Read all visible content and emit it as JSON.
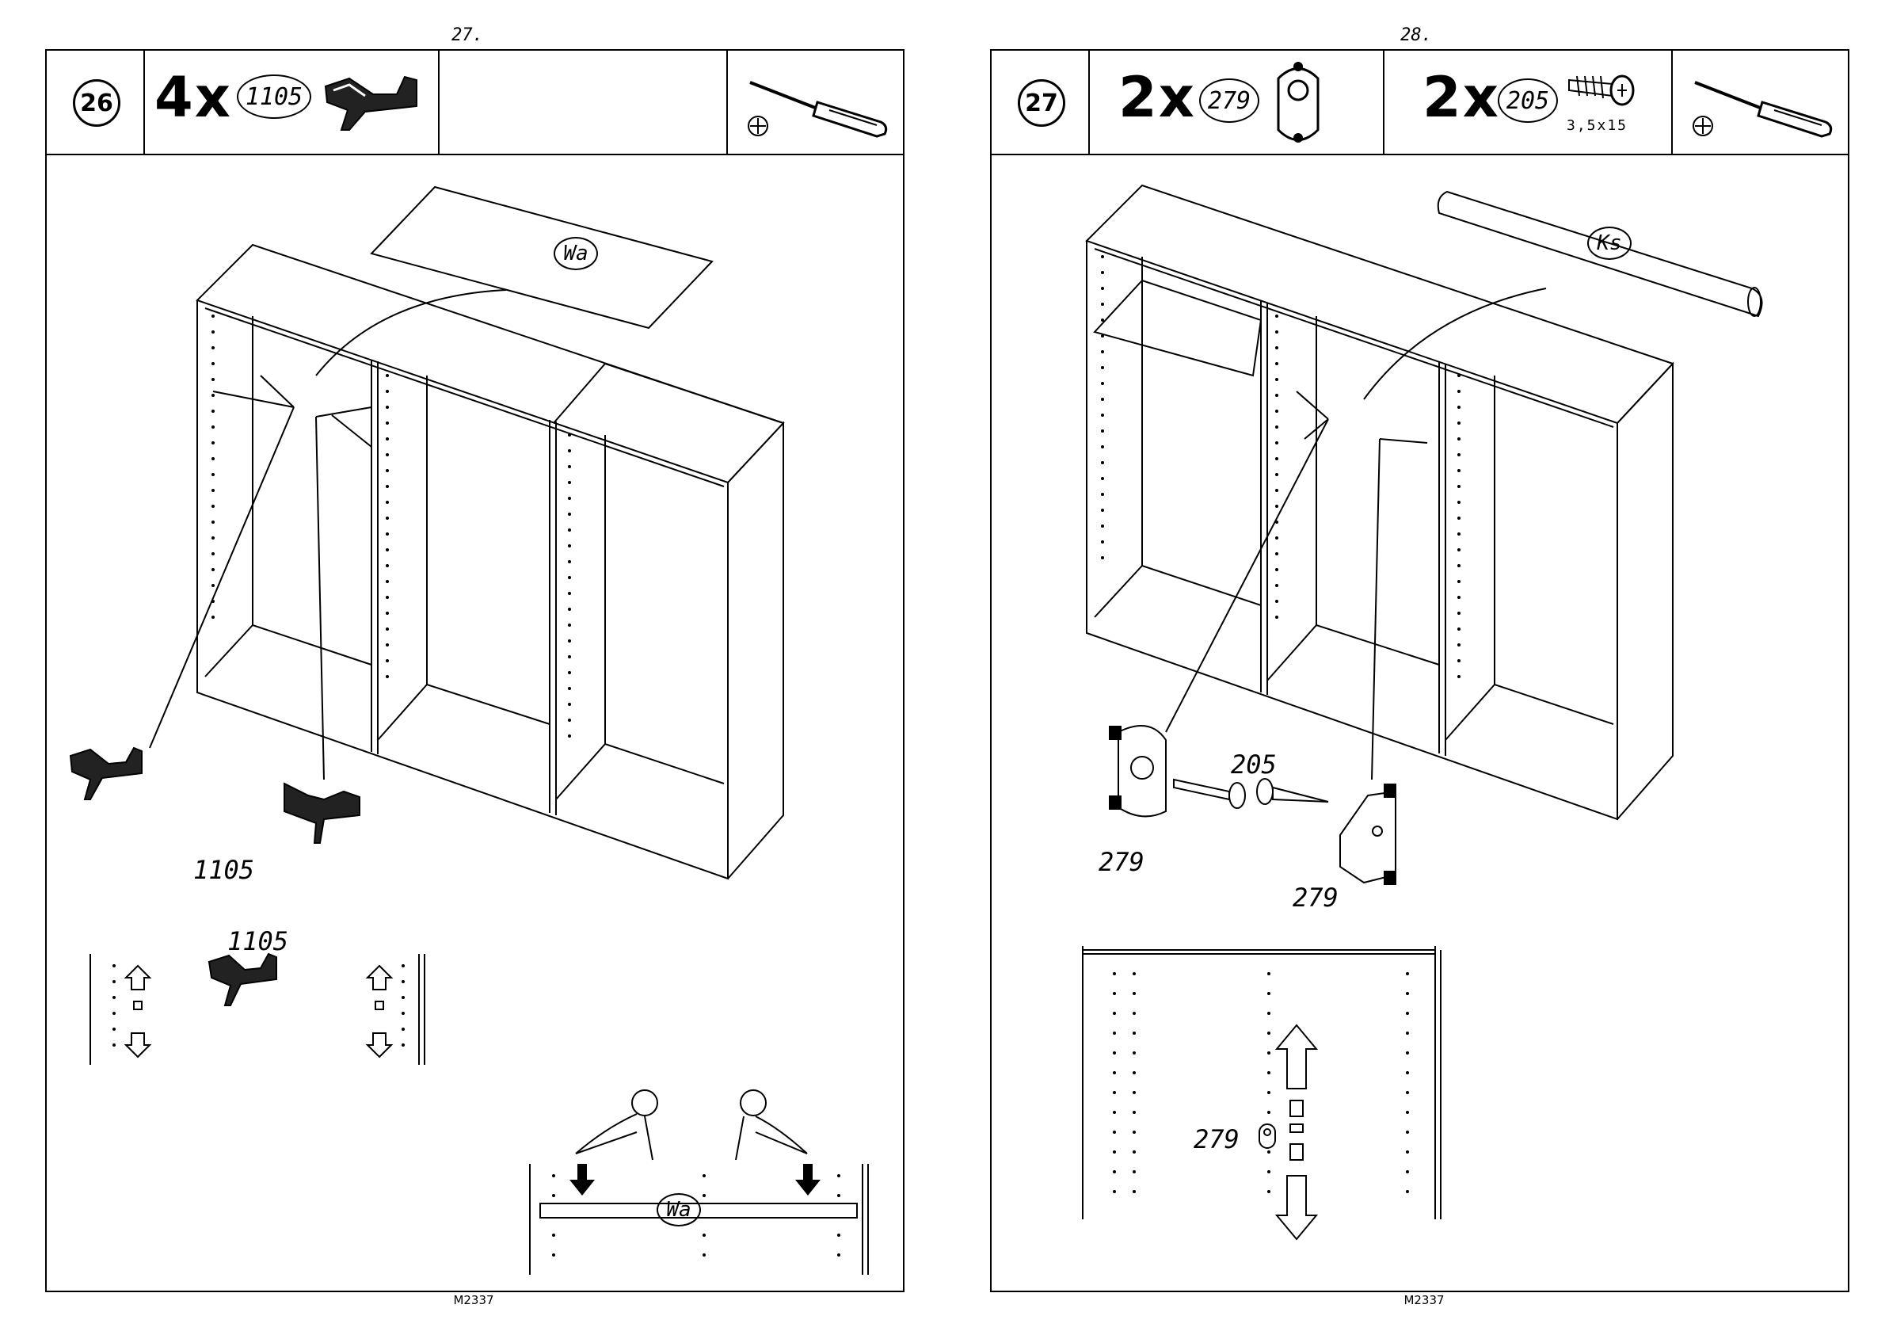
{
  "pages": [
    {
      "page_number": "27.",
      "footer": "M2337",
      "step": "26",
      "parts": [
        {
          "qty": "4x",
          "part": "1105",
          "icon": "shelf-support-icon"
        }
      ],
      "tool_icon": "screwdriver-icon",
      "panel_label": "Wa",
      "callouts": [
        "1105",
        "1105"
      ],
      "detail_panel_label": "Wa"
    },
    {
      "page_number": "28.",
      "footer": "M2337",
      "step": "27",
      "parts": [
        {
          "qty": "2x",
          "part": "279",
          "icon": "rail-bracket-icon"
        },
        {
          "qty": "2x",
          "part": "205",
          "size": "3,5x15",
          "icon": "screw-icon"
        }
      ],
      "tool_icon": "screwdriver-icon",
      "rail_label": "Ks",
      "callouts": [
        "205",
        "279",
        "279"
      ],
      "detail_callout": "279"
    }
  ]
}
